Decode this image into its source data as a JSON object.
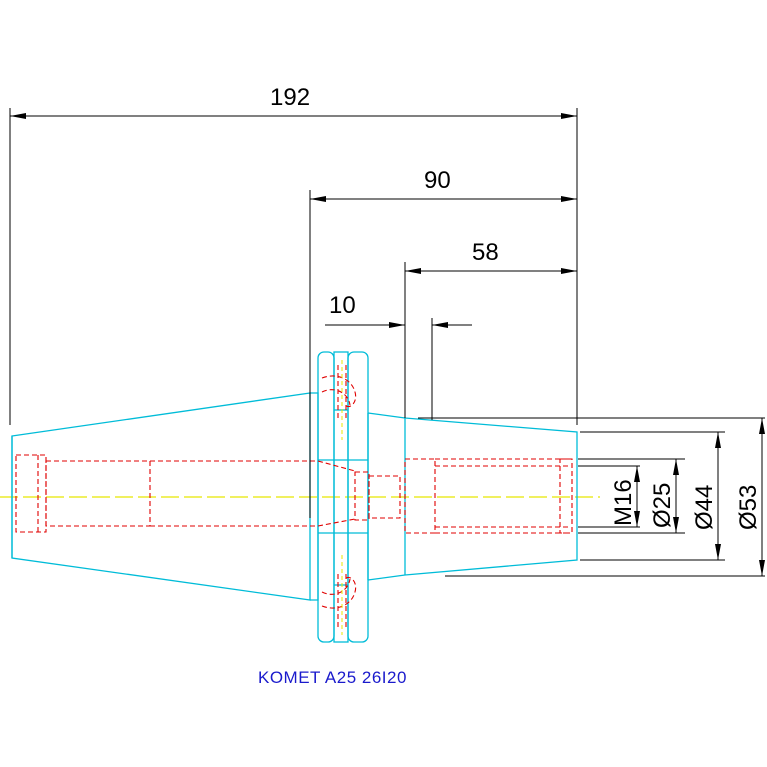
{
  "drawing": {
    "title": "KOMET A25 26I20",
    "colors": {
      "background": "#ffffff",
      "outline": "#00bcd8",
      "hidden": "#e00000",
      "centerline": "#e8e800",
      "dimension": "#000000",
      "title": "#1a1acc"
    }
  },
  "dimensions": {
    "overall_length": "192",
    "flange_to_end": "90",
    "shank_length": "58",
    "collar_width": "10",
    "thread": "M16",
    "bore_dia": "Ø25",
    "shank_dia": "Ø44",
    "collar_dia": "Ø53"
  }
}
